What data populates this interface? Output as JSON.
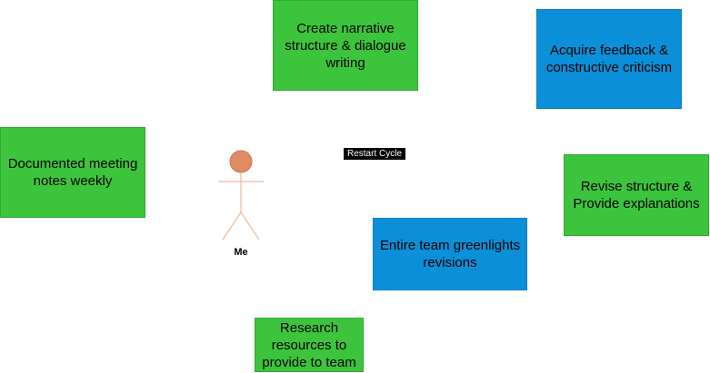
{
  "boxes": {
    "narrative": "Create narrative structure & dialogue writing",
    "feedback": "Acquire feedback & constructive criticism",
    "notes": "Documented meeting notes weekly",
    "revise": "Revise structure & Provide explanations",
    "greenlight": "Entire team greenlights revisions",
    "research": "Research resources to provide to team"
  },
  "restart_label": "Restart Cycle",
  "actor_label": "Me",
  "colors": {
    "green": "#3dc43d",
    "blue": "#0a8fd8",
    "actor": "#e08a62"
  }
}
